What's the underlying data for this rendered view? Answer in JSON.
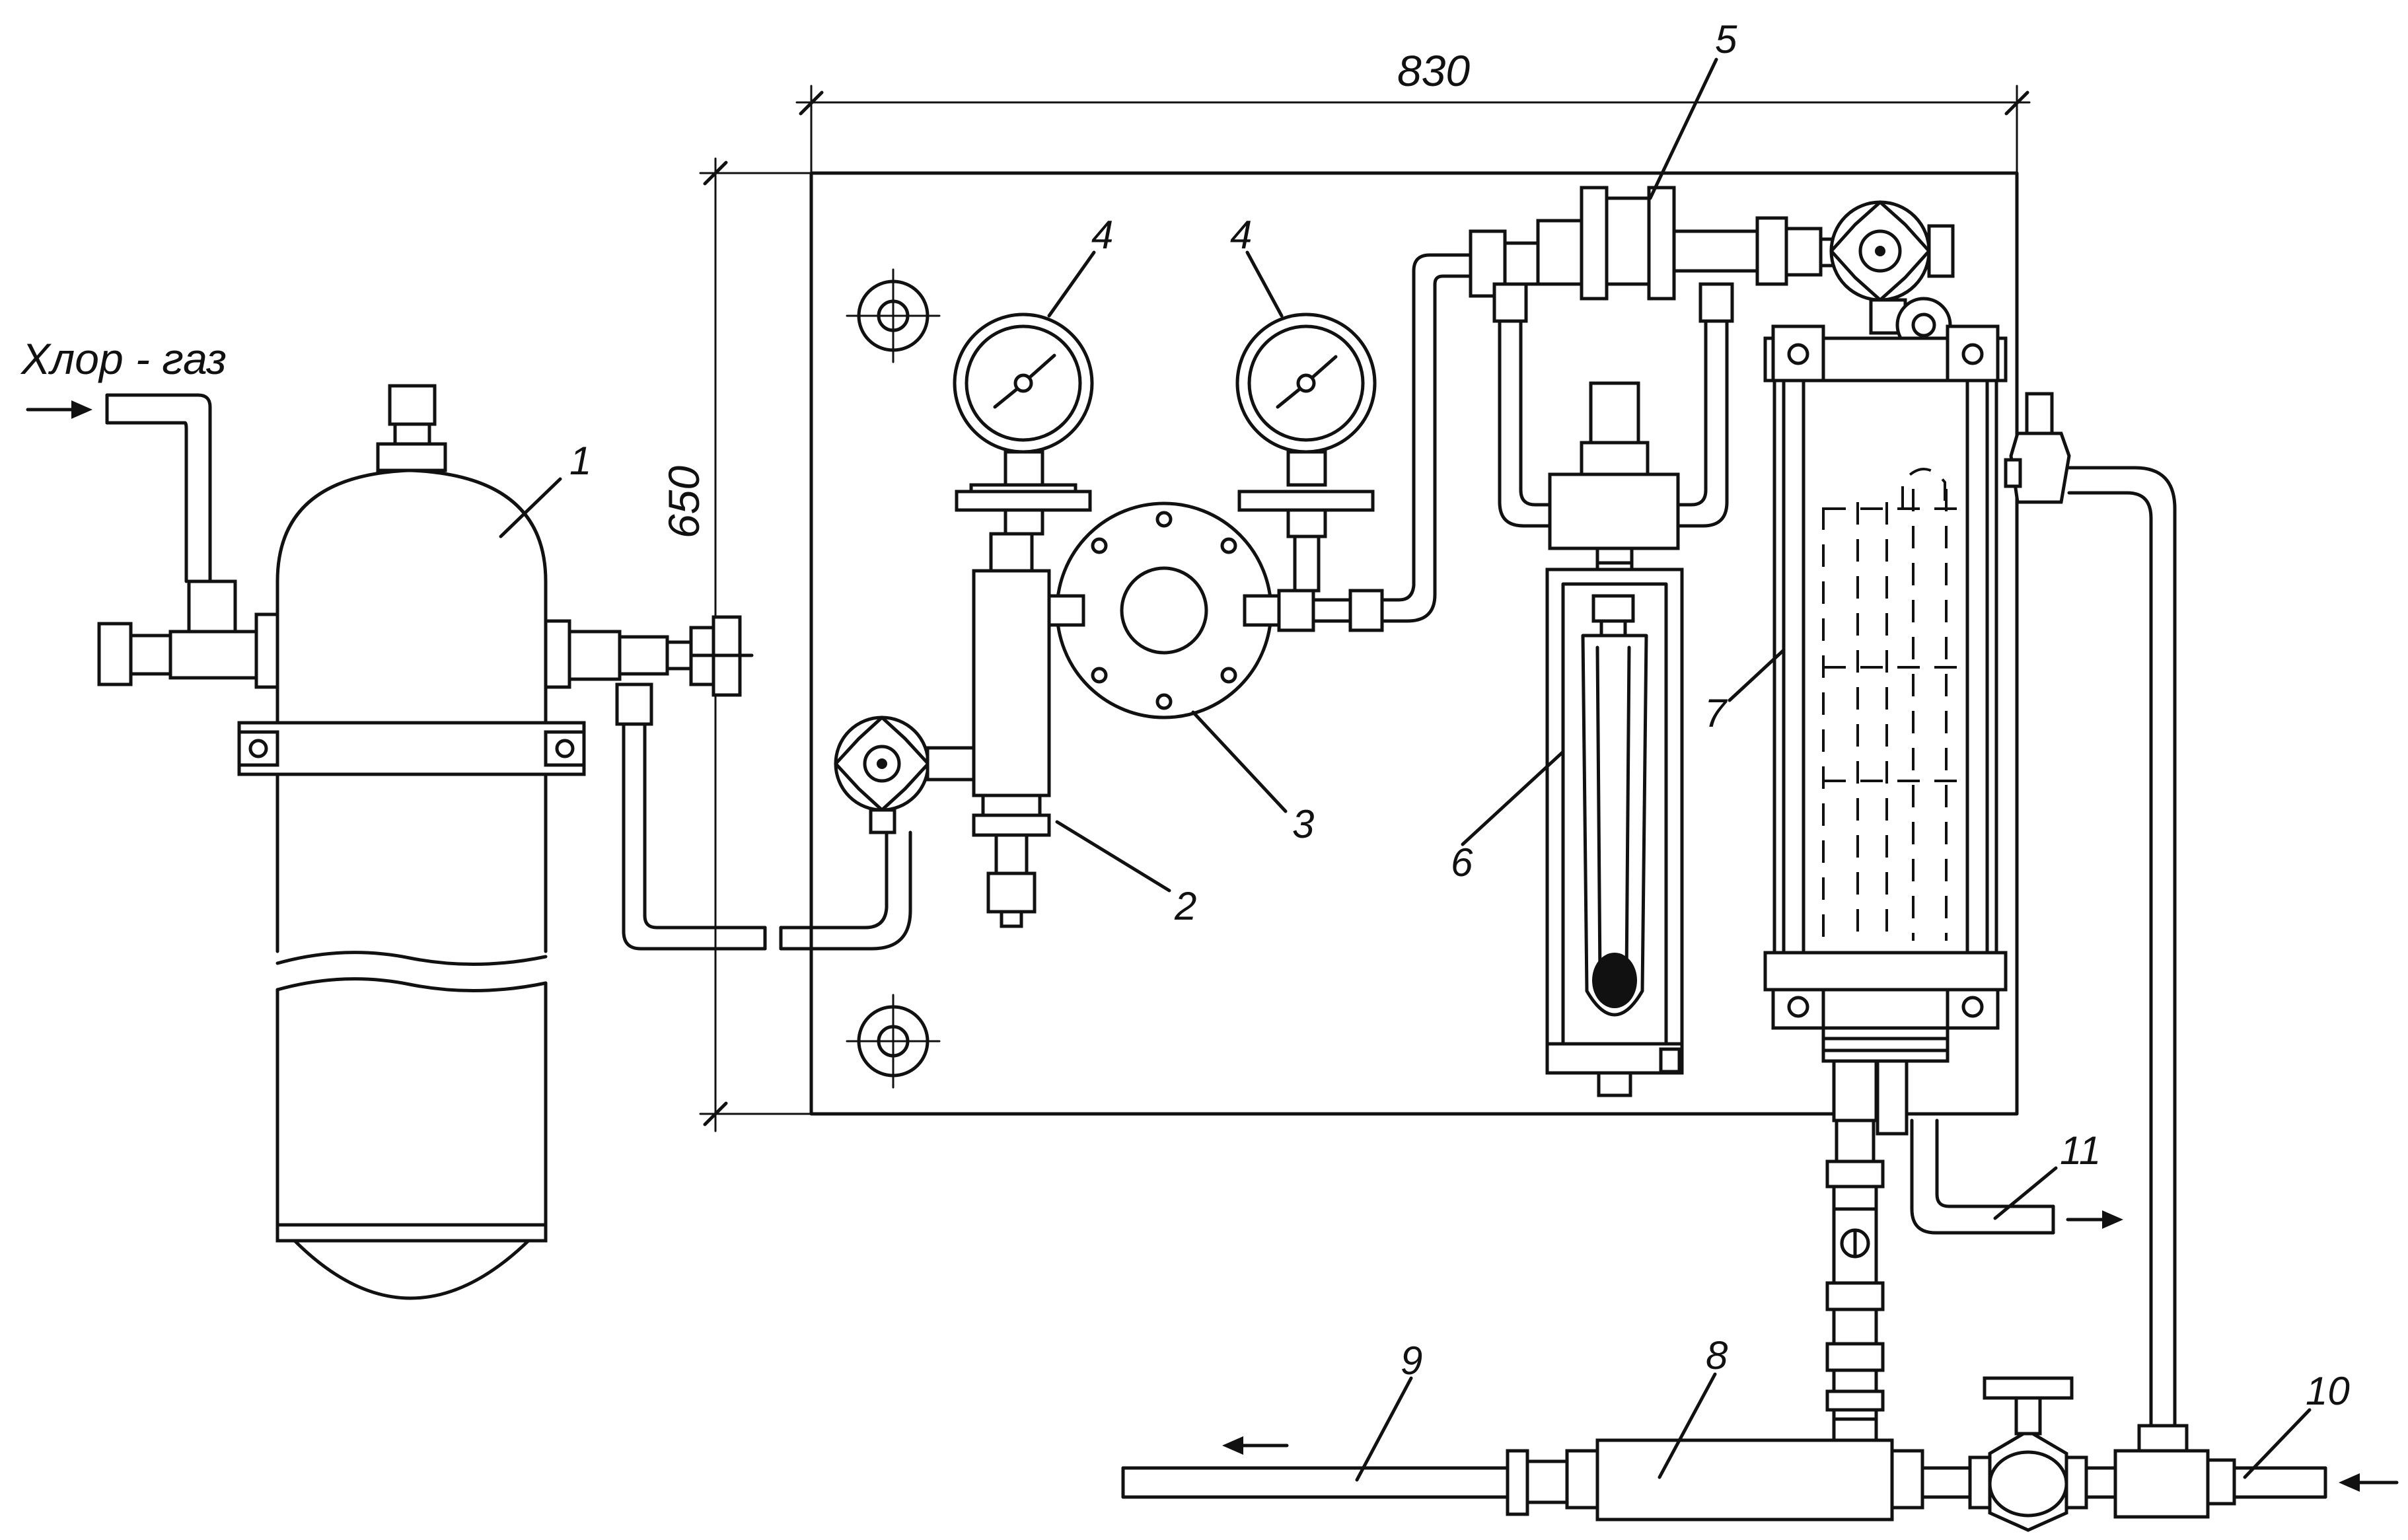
{
  "title": "Хлор - газ",
  "dimensions": {
    "width": "830",
    "height": "650"
  },
  "callouts": {
    "c1": "1",
    "c2": "2",
    "c3": "3",
    "c4a": "4",
    "c4b": "4",
    "c5": "5",
    "c6": "6",
    "c7": "7",
    "c8": "8",
    "c9": "9",
    "c10": "10",
    "c11": "11"
  }
}
